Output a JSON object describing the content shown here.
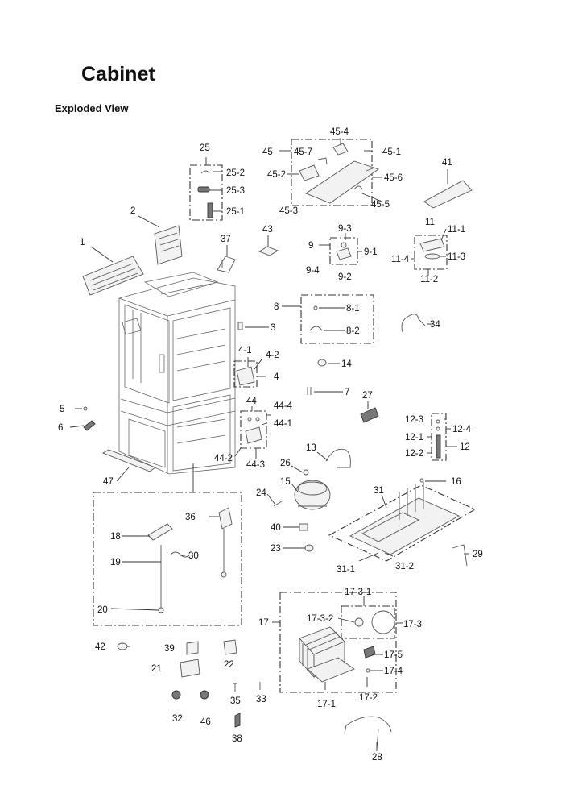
{
  "page": {
    "title": "Cabinet",
    "subtitle": "Exploded View"
  },
  "callouts": {
    "c1": "1",
    "c2": "2",
    "c3": "3",
    "c4": "4",
    "c4_1": "4-1",
    "c4_2": "4-2",
    "c5": "5",
    "c6": "6",
    "c7": "7",
    "c8": "8",
    "c8_1": "8-1",
    "c8_2": "8-2",
    "c9": "9",
    "c9_1": "9-1",
    "c9_2": "9-2",
    "c9_3": "9-3",
    "c9_4": "9-4",
    "c11": "11",
    "c11_1": "11-1",
    "c11_2": "11-2",
    "c11_3": "11-3",
    "c11_4": "11-4",
    "c12": "12",
    "c12_1": "12-1",
    "c12_2": "12-2",
    "c12_3": "12-3",
    "c12_4": "12-4",
    "c13": "13",
    "c14": "14",
    "c15": "15",
    "c16": "16",
    "c17": "17",
    "c17_1": "17-1",
    "c17_2": "17-2",
    "c17_3": "17-3",
    "c17_3_1": "17-3-1",
    "c17_3_2": "17-3-2",
    "c17_4": "17-4",
    "c17_5": "17-5",
    "c18": "18",
    "c19": "19",
    "c20": "20",
    "c21": "21",
    "c22": "22",
    "c23": "23",
    "c24": "24",
    "c25": "25",
    "c25_1": "25-1",
    "c25_2": "25-2",
    "c25_3": "25-3",
    "c26": "26",
    "c27": "27",
    "c28": "28",
    "c29": "29",
    "c30": "30",
    "c31": "31",
    "c31_1": "31-1",
    "c31_2": "31-2",
    "c32": "32",
    "c33": "33",
    "c34": "34",
    "c35": "35",
    "c36": "36",
    "c37": "37",
    "c38": "38",
    "c39": "39",
    "c40": "40",
    "c41": "41",
    "c42": "42",
    "c43": "43",
    "c44": "44",
    "c44_1": "44-1",
    "c44_2": "44-2",
    "c44_3": "44-3",
    "c44_4": "44-4",
    "c45": "45",
    "c45_1": "45-1",
    "c45_2": "45-2",
    "c45_3": "45-3",
    "c45_4": "45-4",
    "c45_5": "45-5",
    "c45_6": "45-6",
    "c45_7": "45-7",
    "c46": "46",
    "c47": "47"
  }
}
